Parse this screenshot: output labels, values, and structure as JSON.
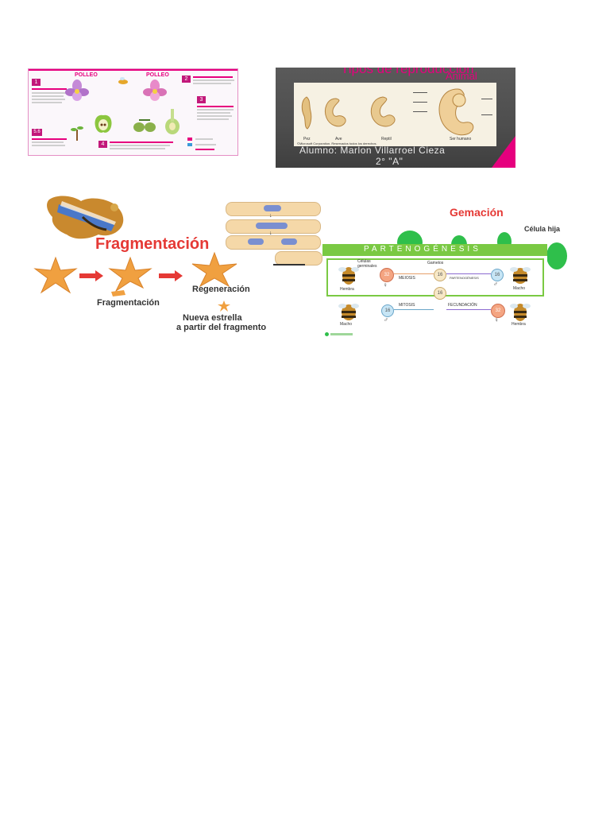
{
  "pollination": {
    "brand_left": "POLLEO",
    "brand_right": "POLLEO",
    "steps": [
      "1",
      "2",
      "3",
      "4",
      "5.6"
    ]
  },
  "embryo": {
    "title": "Tipos de reproducción",
    "subtitle": "Animal",
    "stages": [
      "Pez",
      "Ave",
      "Reptil",
      "Ser humano"
    ],
    "copyright": "©Microsoft Corporation. Reservados todos los derechos.",
    "student": "Alumno: Marlon Villarroel Cieza",
    "grade": "2° \"A\""
  },
  "fragmentation": {
    "title": "Fragmentación",
    "label_fragmentation": "Fragmentación",
    "label_regeneration": "Regeneración",
    "label_new_star_1": "Nueva estrella",
    "label_new_star_2": "a partir del fragmento"
  },
  "gemacion": {
    "title": "Gemación",
    "daughter_cell": "Célula hija"
  },
  "parthenogenesis": {
    "title": "PARTENOGÉNESIS",
    "germ_cells": "Células germinales",
    "gametes": "Gametos",
    "meiosis": "MEIOSIS",
    "parthenogenesis_label": "PARTENOGÉNESIS",
    "mitosis": "MITOSIS",
    "fecundation": "FECUNDACIÓN",
    "female_top": "Hembra",
    "male_top": "Macho",
    "male_bottom": "Macho",
    "female_bottom": "Hembra",
    "n32": "32",
    "n16a": "16",
    "n16b": "16",
    "n16c": "16",
    "n16d": "16",
    "n32b": "32"
  },
  "colors": {
    "magenta": "#e6007e",
    "green": "#5cc23a",
    "red": "#e53935",
    "starfish": "#f0a040"
  }
}
